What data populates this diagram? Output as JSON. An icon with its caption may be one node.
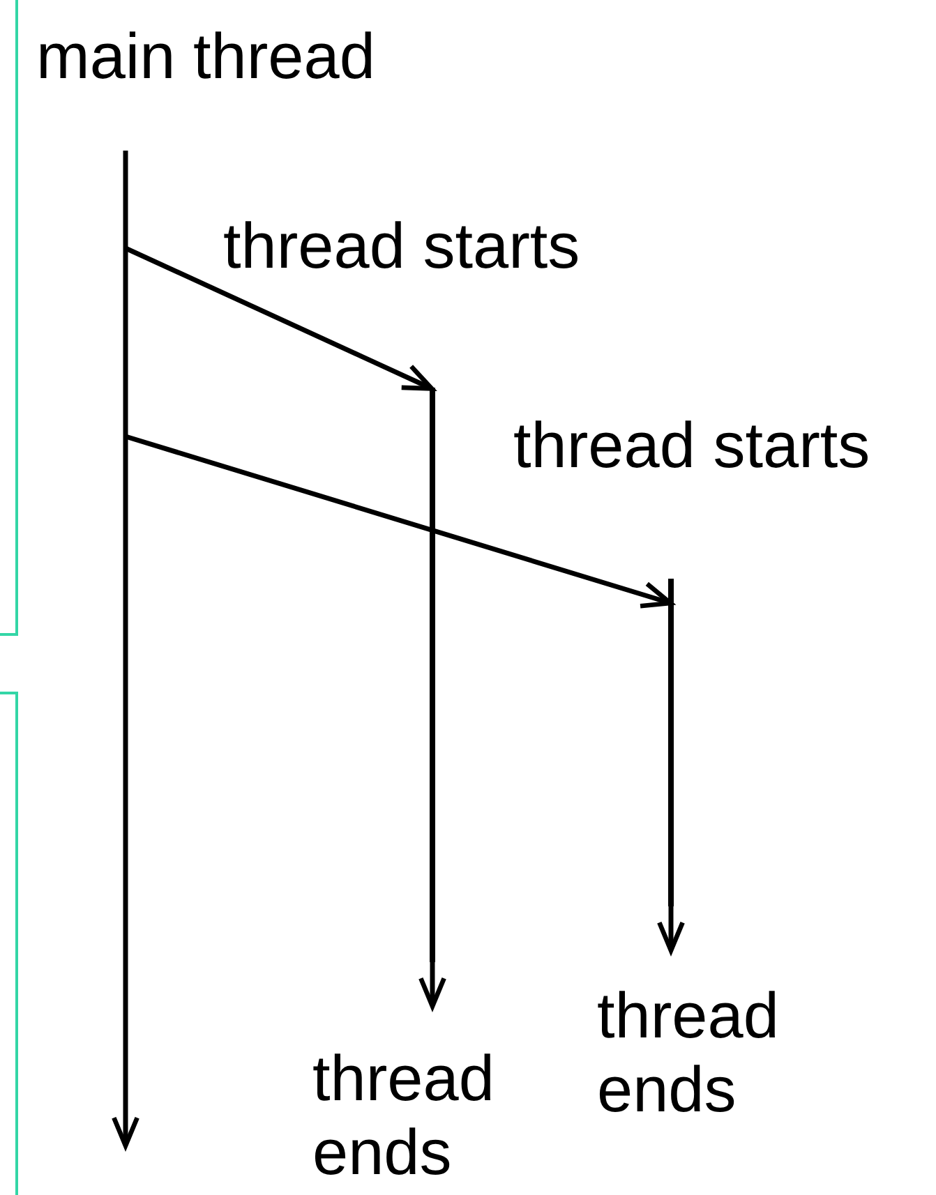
{
  "diagram": {
    "nodes": [
      {
        "text": [
          "main thread"
        ]
      },
      {
        "text": [
          "thread ends"
        ]
      },
      {
        "text": [
          "thread ends"
        ]
      },
      {
        "text": [],
        "shape": "bar"
      },
      {
        "text": [],
        "shape": "bar"
      }
    ],
    "edges": [
      {
        "from": 0,
        "to": null,
        "arrow": "to"
      },
      {
        "from": null,
        "to": 3,
        "arrow": "to",
        "label": "thread starts"
      },
      {
        "from": null,
        "to": 4,
        "arrow": "to",
        "label": "thread starts"
      },
      {
        "from": 3,
        "to": 2,
        "arrow": "to"
      },
      {
        "from": 4,
        "to": 1,
        "arrow": "to"
      }
    ]
  }
}
